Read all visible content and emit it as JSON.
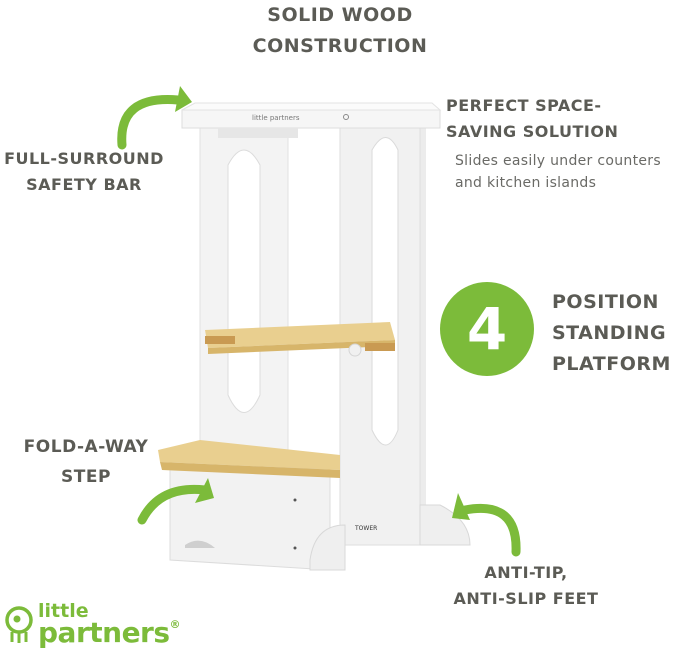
{
  "colors": {
    "accent_green": "#7cbb3a",
    "heading_gray": "#5b5b55",
    "body_gray": "#6a6a66",
    "wood": "#e9cf8f",
    "wood_edge": "#d7b56a",
    "white_panel": "#f4f4f4"
  },
  "features": {
    "top": {
      "line1": "SOLID WOOD",
      "line2": "CONSTRUCTION"
    },
    "safety": {
      "line1": "FULL-SURROUND",
      "line2": "SAFETY BAR"
    },
    "space": {
      "line1": "PERFECT SPACE-",
      "line2": "SAVING SOLUTION",
      "desc1": "Slides easily under counters",
      "desc2": "and kitchen islands"
    },
    "platform": {
      "number": "4",
      "line1": "POSITION",
      "line2": "STANDING",
      "line3": "PLATFORM"
    },
    "step": {
      "line1": "FOLD-A-WAY",
      "line2": "STEP"
    },
    "feet": {
      "line1": "ANTI-TIP,",
      "line2": "ANTI-SLIP FEET"
    }
  },
  "product": {
    "top_logo": "little partners",
    "side_label": "TOWER"
  },
  "brand": {
    "line1": "little",
    "line2": "partners",
    "registered": "®"
  }
}
